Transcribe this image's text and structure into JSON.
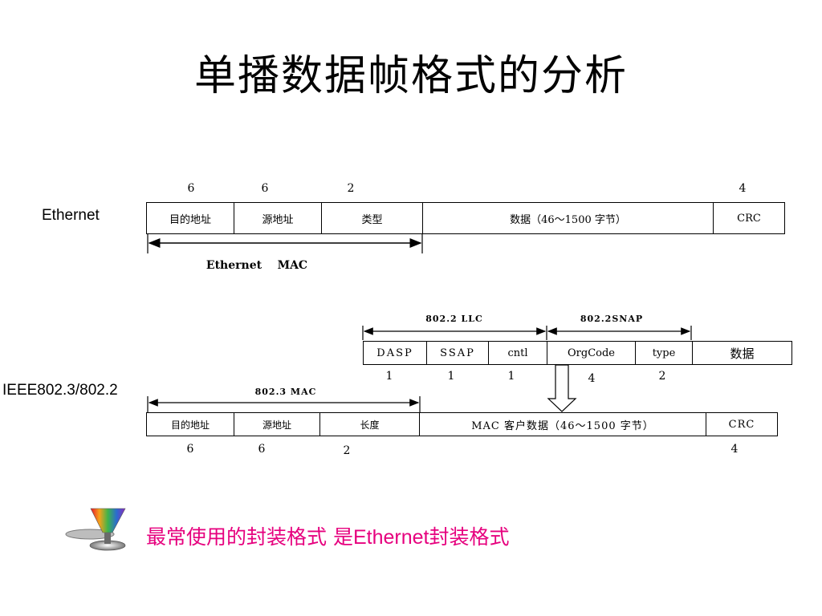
{
  "title": "单播数据帧格式的分析",
  "ethernet": {
    "side_label": "Ethernet",
    "sizes": [
      "6",
      "6",
      "2",
      "4"
    ],
    "fields": [
      "目的地址",
      "源地址",
      "类型",
      "数据（46～1500 字节）",
      "CRC"
    ],
    "span_label": "Ethernet    MAC"
  },
  "ieee": {
    "side_label": "IEEE802.3/802.2",
    "llc_label": "802.2 LLC",
    "snap_label": "802.2SNAP",
    "upper_fields": [
      "DASP",
      "SSAP",
      "cntl",
      "OrgCode",
      "type",
      "数据"
    ],
    "upper_sizes": [
      "1",
      "1",
      "1",
      "4",
      "2"
    ],
    "mac_label": "802.3 MAC",
    "lower_fields": [
      "目的地址",
      "源地址",
      "长度",
      "MAC 客户数据（46～1500 字节）",
      "CRC"
    ],
    "lower_sizes": [
      "6",
      "6",
      "2",
      "4"
    ]
  },
  "note": {
    "text_a": "最常使用的封装格式 是",
    "text_b": "Ethernet",
    "text_c": "封装格式"
  },
  "colors": {
    "note": "#e6007e"
  },
  "icons": [
    "funnel-icon"
  ]
}
